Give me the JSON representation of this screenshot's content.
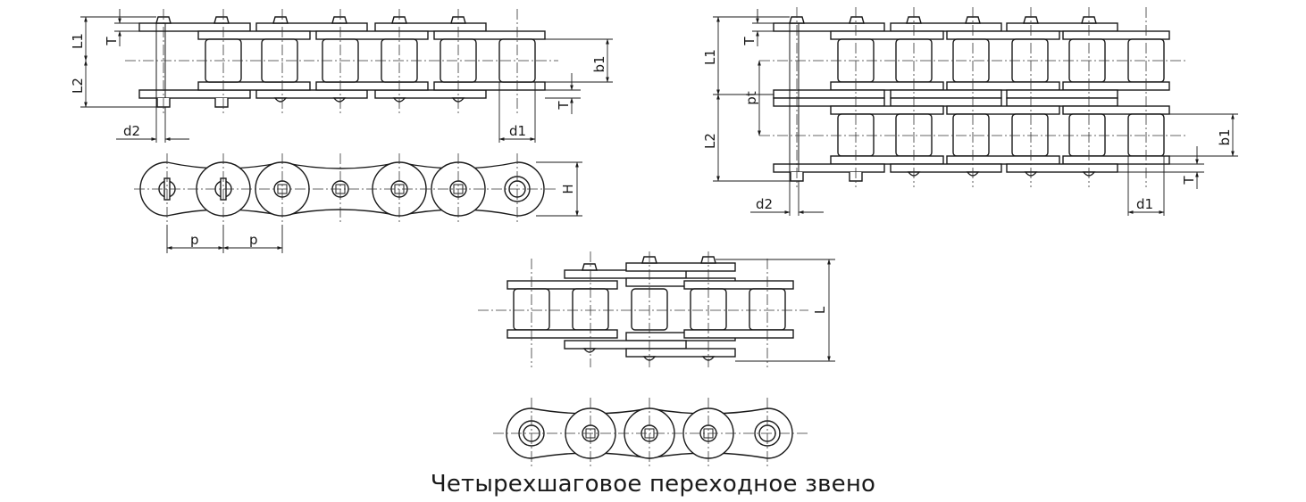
{
  "caption": "Четырехшаговое переходное звено",
  "labels": {
    "L1": "L1",
    "L2": "L2",
    "T": "T",
    "b1": "b1",
    "d1": "d1",
    "d2": "d2",
    "H": "H",
    "p": "p",
    "pt": "pt",
    "L": "L"
  }
}
